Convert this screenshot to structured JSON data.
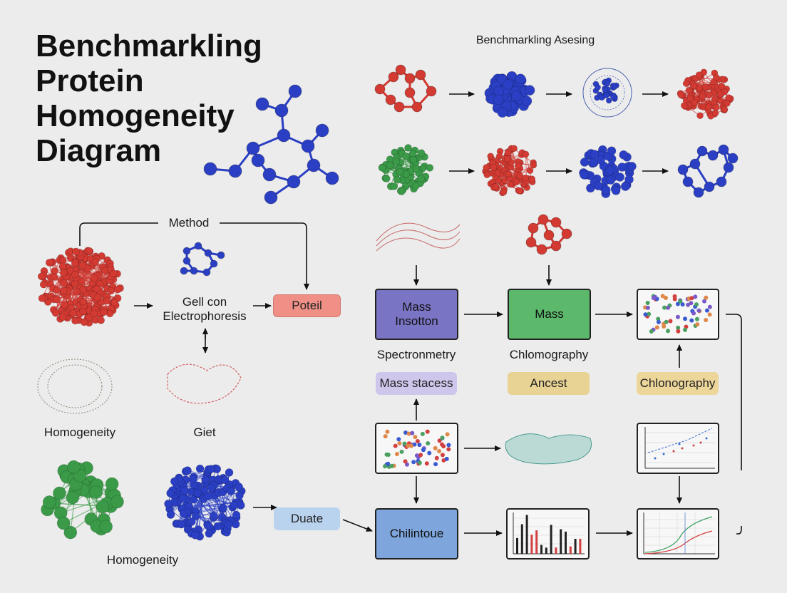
{
  "title_lines": [
    "Benchmarkling",
    "Protein",
    "Homogeneity",
    "Diagram"
  ],
  "top_heading": "Benchmarkling Asesing",
  "labels": {
    "method": "Method",
    "gel_electrophoresis_1": "Gell con",
    "gel_electrophoresis_2": "Electrophoresis",
    "homogeneity_1": "Homogeneity",
    "gel": "Giet",
    "homogeneity_2": "Homogeneity",
    "spectrometry": "Spectronmetry",
    "chromatography": "Chlomography"
  },
  "boxes": {
    "poteil": "Poteil",
    "mass_insotton_1": "Mass",
    "mass_insotton_2": "Insotton",
    "mass": "Mass",
    "mass_stacess": "Mass stacess",
    "ancest": "Ancest",
    "chlonography": "Chlonography",
    "duate": "Duate",
    "chilintoue": "Chilintoue"
  },
  "colors": {
    "red_molecule": "#d23a32",
    "blue_molecule": "#2a3fc4",
    "green_molecule": "#3a9a48",
    "mass_insotton_fill": "#7a74c4",
    "mass_fill": "#5cb86a",
    "chilintoue_fill": "#7ea6dc",
    "poteil_fill": "#ef8f86",
    "duate_fill": "#b9d3ef",
    "mass_stacess_fill": "#cfc6ec",
    "ancest_fill": "#e8d294",
    "chlonography_fill": "#ecd69a"
  }
}
